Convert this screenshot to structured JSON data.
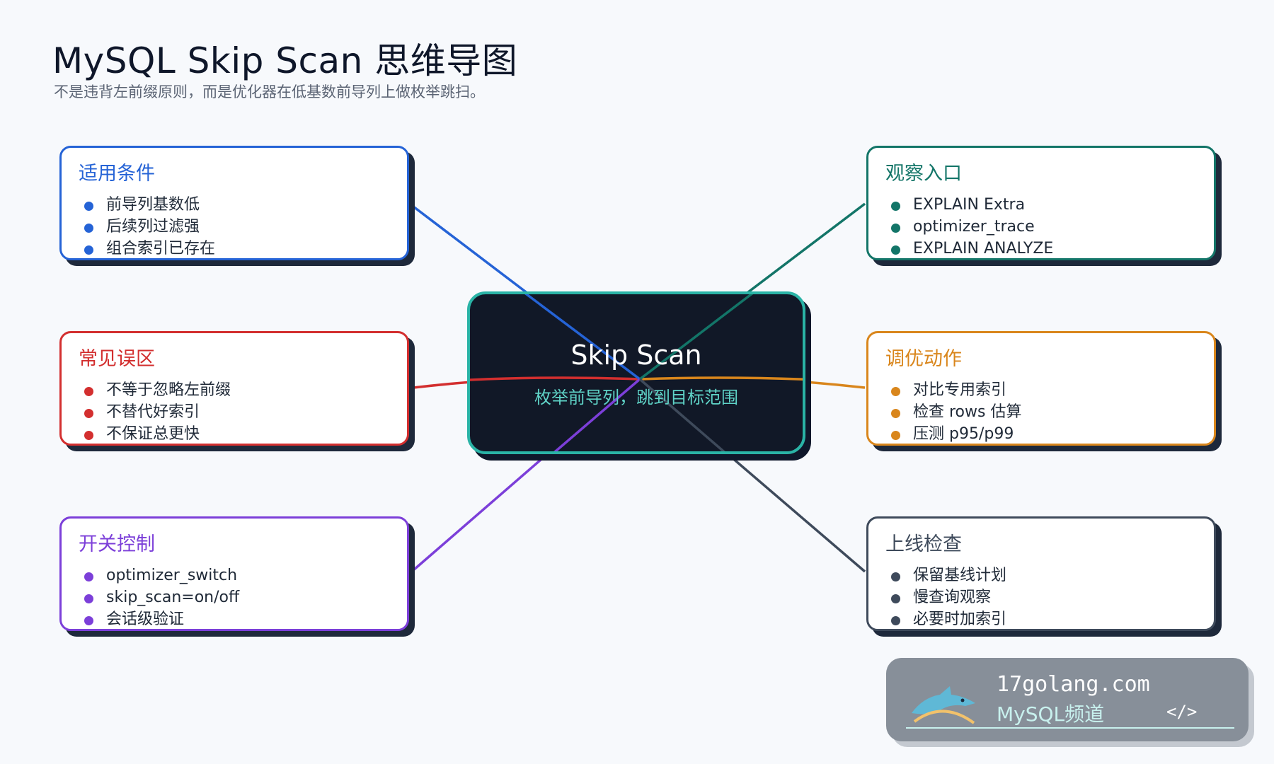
{
  "title": "MySQL Skip Scan 思维导图",
  "subtitle": "不是违背左前缀原则，而是优化器在低基数前导列上做枚举跳扫。",
  "center": {
    "title": "Skip Scan",
    "subtitle": "枚举前导列，跳到目标范围"
  },
  "cards": [
    {
      "title": "适用条件",
      "color": "#2563d6",
      "items": [
        "前导列基数低",
        "后续列过滤强",
        "组合索引已存在"
      ]
    },
    {
      "title": "常见误区",
      "color": "#d32f2f",
      "items": [
        "不等于忽略左前缀",
        "不替代好索引",
        "不保证总更快"
      ]
    },
    {
      "title": "开关控制",
      "color": "#7c3fd9",
      "items": [
        "optimizer_switch",
        "skip_scan=on/off",
        "会话级验证"
      ]
    },
    {
      "title": "观察入口",
      "color": "#137568",
      "items": [
        "EXPLAIN Extra",
        "optimizer_trace",
        "EXPLAIN ANALYZE"
      ]
    },
    {
      "title": "调优动作",
      "color": "#d9861c",
      "items": [
        "对比专用索引",
        "检查 rows 估算",
        "压测 p95/p99"
      ]
    },
    {
      "title": "上线检查",
      "color": "#3e4a5b",
      "items": [
        "保留基线计划",
        "慢查询观察",
        "必要时加索引"
      ]
    }
  ],
  "watermark": {
    "domain": "17golang.com",
    "channel": "MySQL频道",
    "code": "</>"
  }
}
